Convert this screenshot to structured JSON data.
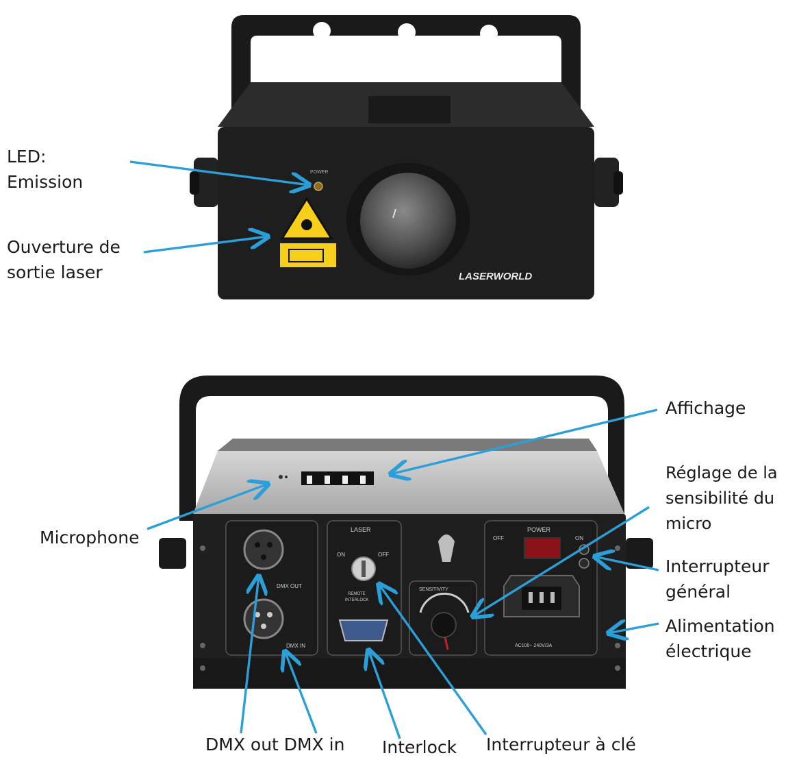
{
  "labels": {
    "led": [
      "LED:",
      "Emission"
    ],
    "aperture": [
      "Ouverture de",
      "sortie laser"
    ],
    "display": [
      "Affichage"
    ],
    "sensitivity": [
      "Réglage de la",
      "sensibilité du",
      "micro"
    ],
    "main_switch": [
      "Interrupteur",
      "général"
    ],
    "power": [
      "Alimentation",
      "électrique"
    ],
    "microphone": [
      "Microphone"
    ],
    "dmx": [
      "DMX out DMX in"
    ],
    "interlock": [
      "Interlock"
    ],
    "key_switch": [
      "Interrupteur à clé"
    ]
  },
  "device": {
    "brand": "LASERWORLD",
    "front_power_text": "POWER",
    "panel_laser": "LASER",
    "panel_on": "ON",
    "panel_off": "OFF",
    "panel_remote": "REMOTE",
    "panel_interlock": "INTERLOCK",
    "panel_sensitivity": "SENSITIVITY",
    "panel_power": "POWER",
    "panel_dmx_out": "DMX OUT",
    "panel_dmx_in": "DMX IN",
    "panel_voltage": "AC100~ 240V/3A"
  },
  "colors": {
    "arrow": "#2a9fd8",
    "body": "#1e1e1e",
    "warning": "#f5cf1a"
  }
}
